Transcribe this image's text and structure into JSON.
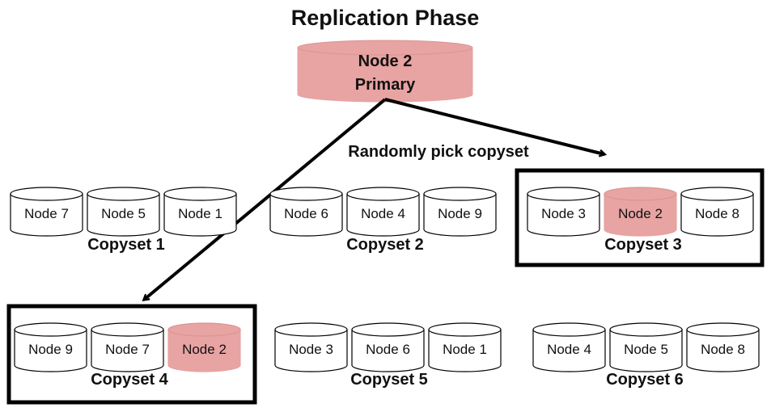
{
  "title": "Replication Phase",
  "primary": {
    "line1": "Node 2",
    "line2": "Primary"
  },
  "arrow_label": "Randomly pick copyset",
  "colors": {
    "highlight": "#e8a3a3",
    "plain": "#ffffff",
    "stroke": "#000000"
  },
  "copysets": [
    {
      "label": "Copyset 1",
      "selected": false,
      "nodes": [
        {
          "label": "Node 7",
          "highlight": false
        },
        {
          "label": "Node 5",
          "highlight": false
        },
        {
          "label": "Node 1",
          "highlight": false
        }
      ]
    },
    {
      "label": "Copyset 2",
      "selected": false,
      "nodes": [
        {
          "label": "Node 6",
          "highlight": false
        },
        {
          "label": "Node 4",
          "highlight": false
        },
        {
          "label": "Node 9",
          "highlight": false
        }
      ]
    },
    {
      "label": "Copyset 3",
      "selected": true,
      "nodes": [
        {
          "label": "Node 3",
          "highlight": false
        },
        {
          "label": "Node 2",
          "highlight": true
        },
        {
          "label": "Node 8",
          "highlight": false
        }
      ]
    },
    {
      "label": "Copyset 4",
      "selected": true,
      "nodes": [
        {
          "label": "Node 9",
          "highlight": false
        },
        {
          "label": "Node 7",
          "highlight": false
        },
        {
          "label": "Node 2",
          "highlight": true
        }
      ]
    },
    {
      "label": "Copyset 5",
      "selected": false,
      "nodes": [
        {
          "label": "Node 3",
          "highlight": false
        },
        {
          "label": "Node 6",
          "highlight": false
        },
        {
          "label": "Node 1",
          "highlight": false
        }
      ]
    },
    {
      "label": "Copyset 6",
      "selected": false,
      "nodes": [
        {
          "label": "Node 4",
          "highlight": false
        },
        {
          "label": "Node 5",
          "highlight": false
        },
        {
          "label": "Node 8",
          "highlight": false
        }
      ]
    }
  ]
}
